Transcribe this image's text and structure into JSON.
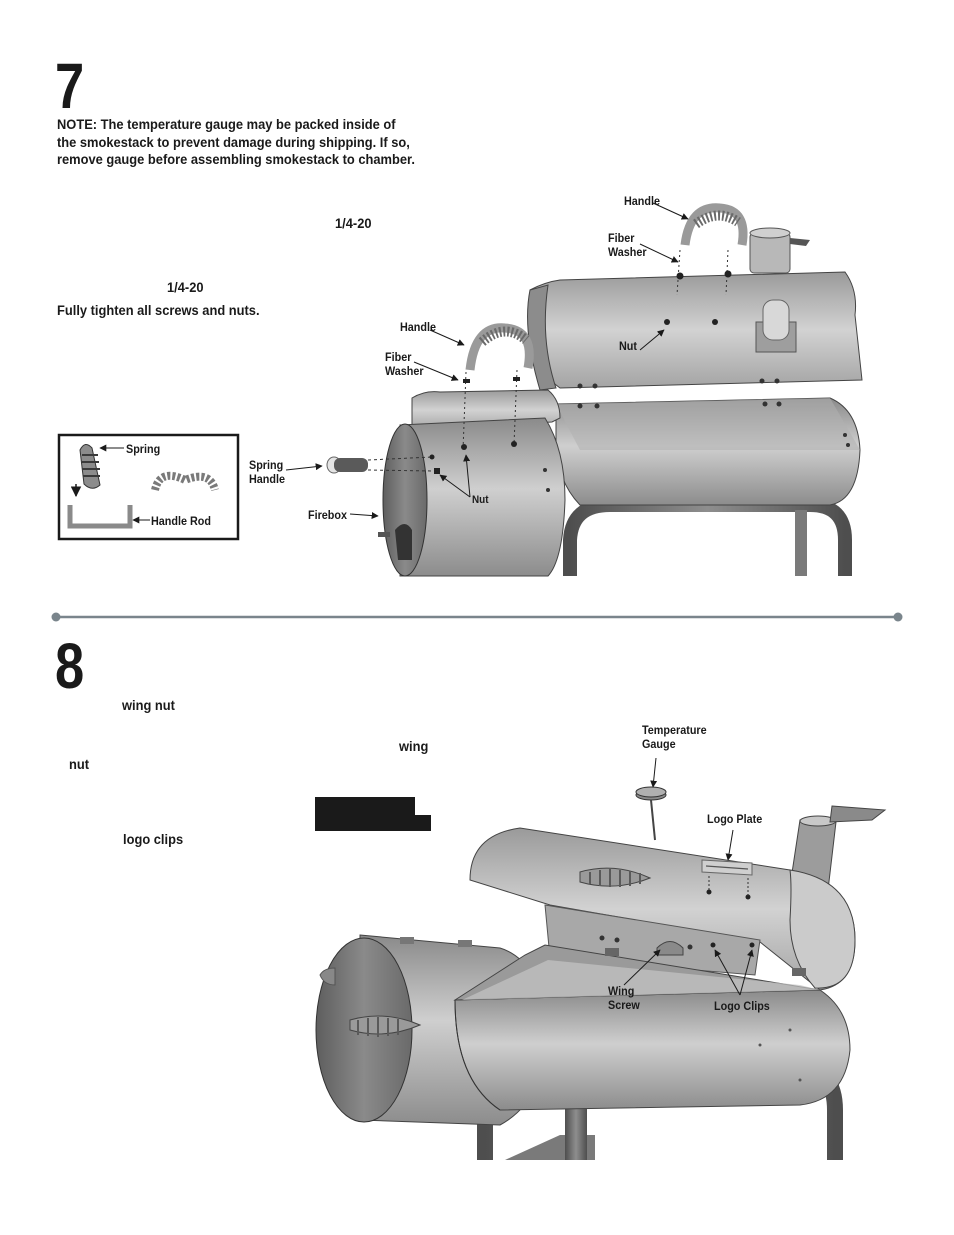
{
  "step7": {
    "number": "7",
    "note_lines": [
      "NOTE:  The temperature gauge may be packed inside of",
      "the smokestack to prevent damage during shipping. If so,",
      "remove gauge before assembling smokestack to chamber."
    ],
    "bolt_a": "1/4-20",
    "bolt_b": "1/4-20",
    "tighten": "Fully tighten all screws and nuts.",
    "labels": {
      "handle_top": "Handle",
      "fiber_washer_top": "Fiber\nWasher",
      "nut_top": "Nut",
      "handle_left": "Handle",
      "fiber_washer_left": "Fiber\nWasher",
      "nut_bottom": "Nut",
      "spring_handle": "Spring\nHandle",
      "firebox": "Firebox"
    },
    "inset": {
      "spring": "Spring",
      "handle_rod": "Handle Rod"
    }
  },
  "step8": {
    "number": "8",
    "wing_nut": "wing nut",
    "wing": "wing",
    "nut": "nut",
    "logo_clips_text": "logo clips",
    "labels": {
      "temperature_gauge": "Temperature\nGauge",
      "logo_plate": "Logo Plate",
      "wing_screw": "Wing\nScrew",
      "logo_clips": "Logo Clips"
    }
  },
  "colors": {
    "text": "#1a1a1a",
    "divider": "#7a858c",
    "metal_light": "#c8c8c8",
    "metal_dark": "#6e6e6e"
  }
}
